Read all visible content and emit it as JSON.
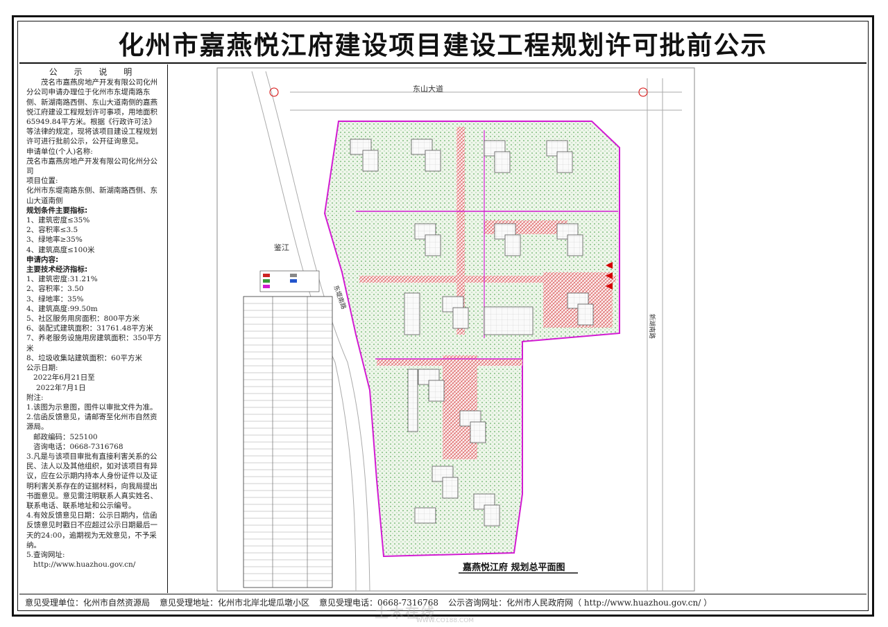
{
  "title": "化州市嘉燕悦江府建设项目建设工程规划许可批前公示",
  "notice": {
    "heading": "公 示 说 明",
    "intro": "茂名市嘉燕房地产开发有限公司化州分公司申请办理位于化州市东堤南路东侧、新湖南路西侧、东山大道南侧的嘉燕悦江府建设工程规划许可事项，用地面积65949.84平方米。根据《行政许可法》等法律的规定，现将该项目建设工程规划许可进行批前公示，公开征询意见。",
    "applicant_label": "申请单位(个人)名称:",
    "applicant": "茂名市嘉燕房地产开发有限公司化州分公司",
    "location_label": "项目位置:",
    "location": "化州市东堤南路东侧、新湖南路西侧、东山大道南侧",
    "conditions_label": "规划条件主要指标:",
    "conditions": [
      "1、建筑密度≤35%",
      "2、容积率≤3.5",
      "3、绿地率≥35%",
      "4、建筑高度≤100米"
    ],
    "apply_label": "申请内容:",
    "tech_label": "主要技术经济指标:",
    "tech": [
      "1、建筑密度:31.21%",
      "2、容积率：3.50",
      "3、绿地率：35%",
      "4、建筑高度:99.50m",
      "5、社区服务用房面积：800平方米",
      "6、装配式建筑面积：31761.48平方米",
      "7、养老服务设施用房建筑面积：350平方米",
      "8、垃圾收集站建筑面积：60平方米"
    ],
    "period_label": "公示日期:",
    "period": [
      "2022年6月21日至",
      "2022年7月1日"
    ],
    "notes_label": "附注:",
    "notes": [
      "1.该图为示意图，图件以审批文件为准。",
      "2.信函反馈意见，请邮寄至化州市自然资源局。",
      "邮政编码：525100",
      "咨询电话：0668-7316768",
      "3.凡是与该项目审批有直接利害关系的公民、法人以及其他组织，如对该项目有异议，应在公示期内持本人身份证件以及证明利害关系存在的证据材料，向我局提出书面意见。意见需注明联系人真实姓名、联系电话、联系地址和公示编号。",
      "4.有效反馈意见日期：公示日期内，信函反馈意见时戳日不应超过公示日期最后一天的24:00，逾期视为无效意见，不予采纳。",
      "5.查询网址:",
      "http://www.huazhou.gov.cn/"
    ]
  },
  "plan": {
    "caption": "嘉燕悦江府  规划总平面图",
    "road_north": "东山大道",
    "river": "鉴江",
    "road_east_south": "东堤南路",
    "road_east": "新湖南路"
  },
  "footer": {
    "unit": "意见受理单位：化州市自然资源局",
    "address": "意见受理地址：化州市北岸北堤瓜墩小区",
    "phone": "意见受理电话：0668-7316768",
    "site": "公示咨询网址：化州市人民政府网（ http://www.huazhou.gov.cn/ ）"
  },
  "watermark": "土木在线",
  "watermark_sub": "WWW.CO188.COM",
  "colors": {
    "boundary": "#d21ad2",
    "building": "#b0b0b0",
    "green": "#3a9a3a",
    "road": "#cc2222",
    "accent": "#d40000"
  }
}
